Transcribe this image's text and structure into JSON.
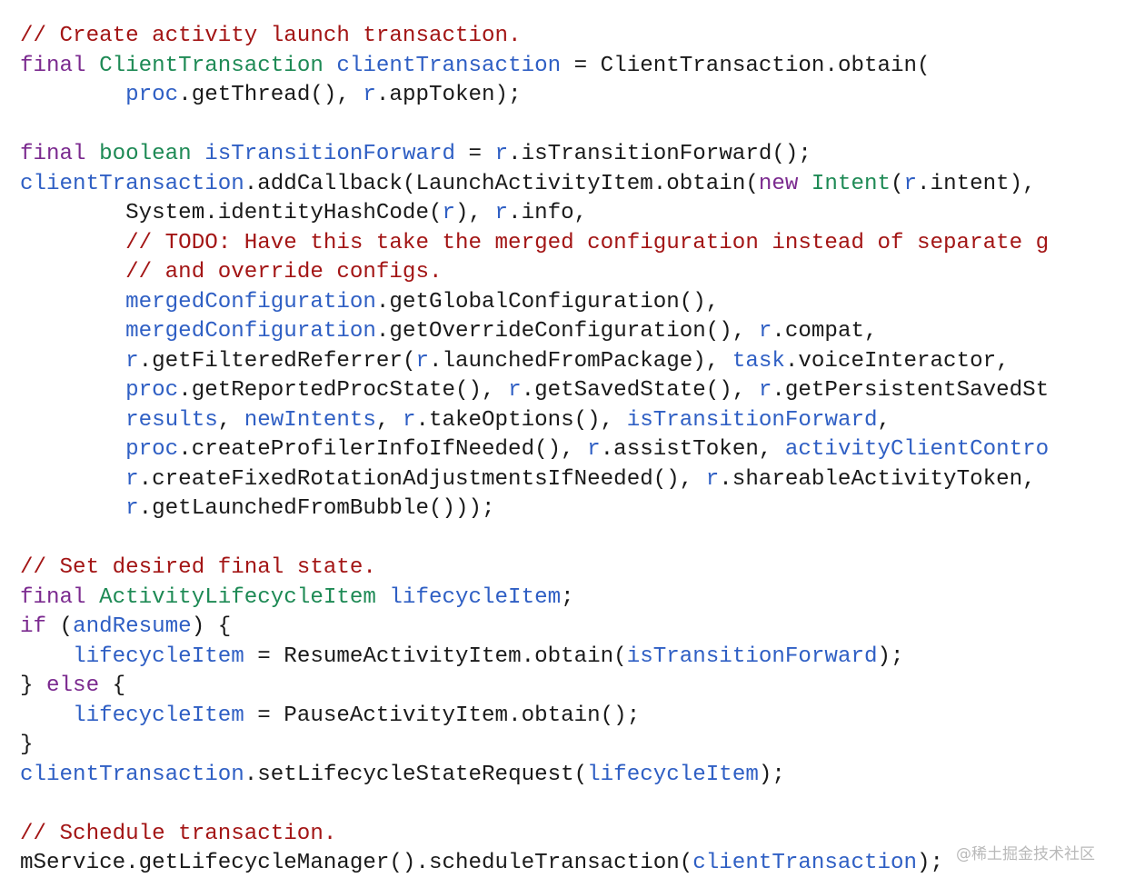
{
  "colors": {
    "comment": "#a31515",
    "keyword": "#7b2a8f",
    "type": "#1e8a55",
    "ident": "#2f5fc4",
    "plain": "#1a1a1a",
    "background": "#ffffff"
  },
  "code": {
    "lines": [
      [
        {
          "k": "comment",
          "t": "// Create activity launch transaction."
        }
      ],
      [
        {
          "k": "keyword",
          "t": "final "
        },
        {
          "k": "type",
          "t": "ClientTransaction "
        },
        {
          "k": "ident",
          "t": "clientTransaction"
        },
        {
          "k": "plain",
          "t": " = ClientTransaction.obtain("
        }
      ],
      [
        {
          "k": "plain",
          "t": "        "
        },
        {
          "k": "ident",
          "t": "proc"
        },
        {
          "k": "plain",
          "t": ".getThread(), "
        },
        {
          "k": "ident",
          "t": "r"
        },
        {
          "k": "plain",
          "t": ".appToken);"
        }
      ],
      [],
      [
        {
          "k": "keyword",
          "t": "final "
        },
        {
          "k": "type",
          "t": "boolean "
        },
        {
          "k": "ident",
          "t": "isTransitionForward"
        },
        {
          "k": "plain",
          "t": " = "
        },
        {
          "k": "ident",
          "t": "r"
        },
        {
          "k": "plain",
          "t": ".isTransitionForward();"
        }
      ],
      [
        {
          "k": "ident",
          "t": "clientTransaction"
        },
        {
          "k": "plain",
          "t": ".addCallback(LaunchActivityItem.obtain("
        },
        {
          "k": "keyword",
          "t": "new "
        },
        {
          "k": "type",
          "t": "Intent"
        },
        {
          "k": "plain",
          "t": "("
        },
        {
          "k": "ident",
          "t": "r"
        },
        {
          "k": "plain",
          "t": ".intent),"
        }
      ],
      [
        {
          "k": "plain",
          "t": "        System.identityHashCode("
        },
        {
          "k": "ident",
          "t": "r"
        },
        {
          "k": "plain",
          "t": "), "
        },
        {
          "k": "ident",
          "t": "r"
        },
        {
          "k": "plain",
          "t": ".info,"
        }
      ],
      [
        {
          "k": "plain",
          "t": "        "
        },
        {
          "k": "comment",
          "t": "// TODO: Have this take the merged configuration instead of separate g"
        }
      ],
      [
        {
          "k": "plain",
          "t": "        "
        },
        {
          "k": "comment",
          "t": "// and override configs."
        }
      ],
      [
        {
          "k": "plain",
          "t": "        "
        },
        {
          "k": "ident",
          "t": "mergedConfiguration"
        },
        {
          "k": "plain",
          "t": ".getGlobalConfiguration(),"
        }
      ],
      [
        {
          "k": "plain",
          "t": "        "
        },
        {
          "k": "ident",
          "t": "mergedConfiguration"
        },
        {
          "k": "plain",
          "t": ".getOverrideConfiguration(), "
        },
        {
          "k": "ident",
          "t": "r"
        },
        {
          "k": "plain",
          "t": ".compat,"
        }
      ],
      [
        {
          "k": "plain",
          "t": "        "
        },
        {
          "k": "ident",
          "t": "r"
        },
        {
          "k": "plain",
          "t": ".getFilteredReferrer("
        },
        {
          "k": "ident",
          "t": "r"
        },
        {
          "k": "plain",
          "t": ".launchedFromPackage), "
        },
        {
          "k": "ident",
          "t": "task"
        },
        {
          "k": "plain",
          "t": ".voiceInteractor,"
        }
      ],
      [
        {
          "k": "plain",
          "t": "        "
        },
        {
          "k": "ident",
          "t": "proc"
        },
        {
          "k": "plain",
          "t": ".getReportedProcState(), "
        },
        {
          "k": "ident",
          "t": "r"
        },
        {
          "k": "plain",
          "t": ".getSavedState(), "
        },
        {
          "k": "ident",
          "t": "r"
        },
        {
          "k": "plain",
          "t": ".getPersistentSavedSt"
        }
      ],
      [
        {
          "k": "plain",
          "t": "        "
        },
        {
          "k": "ident",
          "t": "results"
        },
        {
          "k": "plain",
          "t": ", "
        },
        {
          "k": "ident",
          "t": "newIntents"
        },
        {
          "k": "plain",
          "t": ", "
        },
        {
          "k": "ident",
          "t": "r"
        },
        {
          "k": "plain",
          "t": ".takeOptions(), "
        },
        {
          "k": "ident",
          "t": "isTransitionForward"
        },
        {
          "k": "plain",
          "t": ","
        }
      ],
      [
        {
          "k": "plain",
          "t": "        "
        },
        {
          "k": "ident",
          "t": "proc"
        },
        {
          "k": "plain",
          "t": ".createProfilerInfoIfNeeded(), "
        },
        {
          "k": "ident",
          "t": "r"
        },
        {
          "k": "plain",
          "t": ".assistToken, "
        },
        {
          "k": "ident",
          "t": "activityClientContro"
        }
      ],
      [
        {
          "k": "plain",
          "t": "        "
        },
        {
          "k": "ident",
          "t": "r"
        },
        {
          "k": "plain",
          "t": ".createFixedRotationAdjustmentsIfNeeded(), "
        },
        {
          "k": "ident",
          "t": "r"
        },
        {
          "k": "plain",
          "t": ".shareableActivityToken,"
        }
      ],
      [
        {
          "k": "plain",
          "t": "        "
        },
        {
          "k": "ident",
          "t": "r"
        },
        {
          "k": "plain",
          "t": ".getLaunchedFromBubble()));"
        }
      ],
      [],
      [
        {
          "k": "comment",
          "t": "// Set desired final state."
        }
      ],
      [
        {
          "k": "keyword",
          "t": "final "
        },
        {
          "k": "type",
          "t": "ActivityLifecycleItem "
        },
        {
          "k": "ident",
          "t": "lifecycleItem"
        },
        {
          "k": "plain",
          "t": ";"
        }
      ],
      [
        {
          "k": "keyword",
          "t": "if "
        },
        {
          "k": "plain",
          "t": "("
        },
        {
          "k": "ident",
          "t": "andResume"
        },
        {
          "k": "plain",
          "t": ") {"
        }
      ],
      [
        {
          "k": "plain",
          "t": "    "
        },
        {
          "k": "ident",
          "t": "lifecycleItem"
        },
        {
          "k": "plain",
          "t": " = ResumeActivityItem.obtain("
        },
        {
          "k": "ident",
          "t": "isTransitionForward"
        },
        {
          "k": "plain",
          "t": ");"
        }
      ],
      [
        {
          "k": "plain",
          "t": "} "
        },
        {
          "k": "keyword",
          "t": "else"
        },
        {
          "k": "plain",
          "t": " {"
        }
      ],
      [
        {
          "k": "plain",
          "t": "    "
        },
        {
          "k": "ident",
          "t": "lifecycleItem"
        },
        {
          "k": "plain",
          "t": " = PauseActivityItem.obtain();"
        }
      ],
      [
        {
          "k": "plain",
          "t": "}"
        }
      ],
      [
        {
          "k": "ident",
          "t": "clientTransaction"
        },
        {
          "k": "plain",
          "t": ".setLifecycleStateRequest("
        },
        {
          "k": "ident",
          "t": "lifecycleItem"
        },
        {
          "k": "plain",
          "t": ");"
        }
      ],
      [],
      [
        {
          "k": "comment",
          "t": "// Schedule transaction."
        }
      ],
      [
        {
          "k": "plain",
          "t": "mService.getLifecycleManager().scheduleTransaction("
        },
        {
          "k": "ident",
          "t": "clientTransaction"
        },
        {
          "k": "plain",
          "t": ");"
        }
      ]
    ]
  },
  "watermark": {
    "text": "@稀土掘金技术社区"
  }
}
